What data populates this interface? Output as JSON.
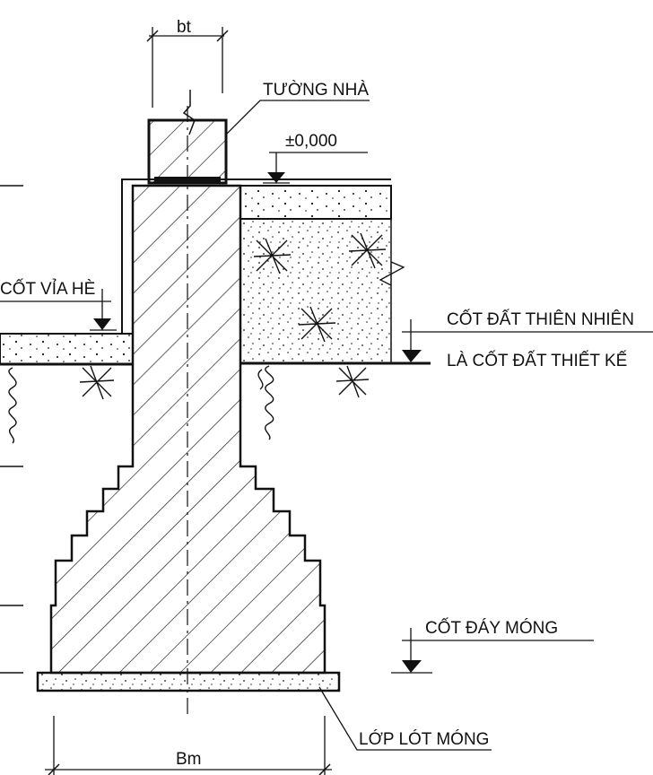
{
  "labels": {
    "wall_thickness": "bt",
    "wall": "TƯỜNG NHÀ",
    "datum": "±0,000",
    "sidewalk_level": "CỐT VỈA HÈ",
    "natural_ground_line1": "CỐT ĐẤT THIÊN NHIÊN",
    "natural_ground_line2": "LÀ CỐT ĐẤT THIẾT KẾ",
    "footing_bottom_level": "CỐT ĐÁY MÓNG",
    "lean_concrete_layer": "LỚP LÓT MÓNG",
    "footing_width": "Bm"
  },
  "colors": {
    "line": "#111111",
    "background": "#ffffff"
  }
}
